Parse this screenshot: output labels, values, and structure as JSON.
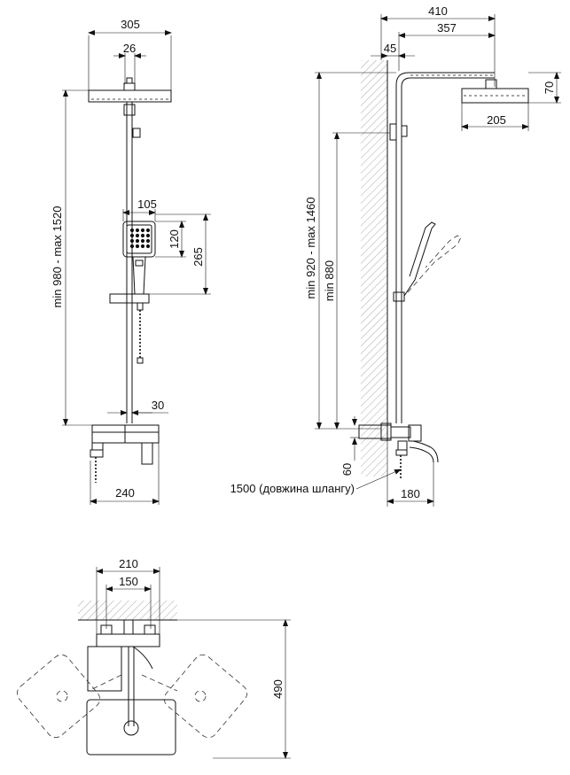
{
  "front_view": {
    "dim_head_width": "305",
    "dim_arm": "26",
    "dim_rail_height": "min 980 - max 1520",
    "dim_handshower_width": "105",
    "dim_handshower_face": "120",
    "dim_handshower_length": "265",
    "dim_pipe": "30",
    "dim_mixer_width": "240"
  },
  "side_view": {
    "dim_total_reach": "410",
    "dim_arm_reach": "357",
    "dim_wall_offset": "45",
    "dim_head_height": "70",
    "dim_head_depth": "205",
    "dim_height_range": "min 920 - max 1460",
    "dim_min_height": "min 880",
    "dim_spout_height": "60",
    "dim_spout_reach": "180",
    "hose_label": "1500 (довжина шлангу)"
  },
  "top_view": {
    "dim_outer_width": "210",
    "dim_inner_width": "150",
    "dim_depth": "490"
  }
}
